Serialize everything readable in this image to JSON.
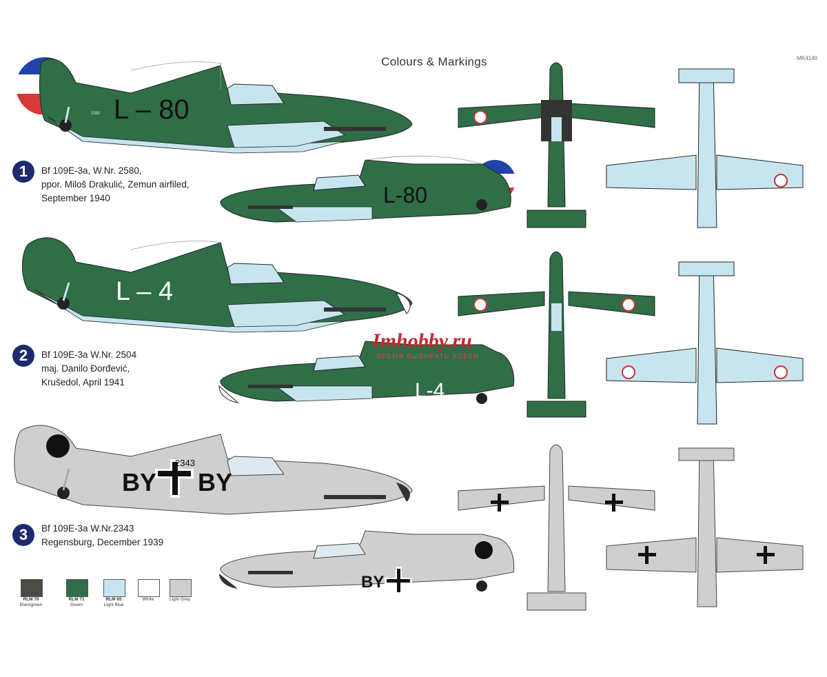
{
  "title": "Colours & Markings",
  "code": "MK4140",
  "variants": [
    {
      "badge": "1",
      "lines": [
        "Bf 109E-3a, W.Nr. 2580,",
        "ppor. Miloš Drakulić, Zemun airfiled,",
        "September 1940"
      ],
      "code": "L – 80",
      "code_side": "L-80",
      "wnr": "2580"
    },
    {
      "badge": "2",
      "lines": [
        "Bf 109E-3a W.Nr. 2504",
        "maj. Danilo Đorđević,",
        "Krušedol, April 1941"
      ],
      "code": "L – 4",
      "code_side": "L-4",
      "wnr": "2504"
    },
    {
      "badge": "3",
      "lines": [
        "Bf 109E-3a W.Nr.2343",
        "Regensburg, December 1939"
      ],
      "code_l": "BY",
      "code_r": "BY",
      "wnr": "2343"
    }
  ],
  "swatches": [
    {
      "name": "RLM 70",
      "desc": "Blackgreen",
      "color": "#4a4d45"
    },
    {
      "name": "RLM 71",
      "desc": "Green",
      "color": "#2f6e47"
    },
    {
      "name": "RLM 65",
      "desc": "Light Blue",
      "color": "#c7e5ef"
    },
    {
      "name": "",
      "desc": "White",
      "color": "#ffffff"
    },
    {
      "name": "",
      "desc": "Light Grey",
      "color": "#cfcfcf"
    }
  ],
  "watermark": {
    "brand": "Imhobby.ru",
    "tagline": "ВРЕМЯ ВЫБИРАТЬ ХОББИ"
  },
  "colors": {
    "green": "#2f6e47",
    "lightblue": "#c7e5ef",
    "grey": "#cfcfcf",
    "badge": "#1f2a6e",
    "red": "#d73a36"
  }
}
